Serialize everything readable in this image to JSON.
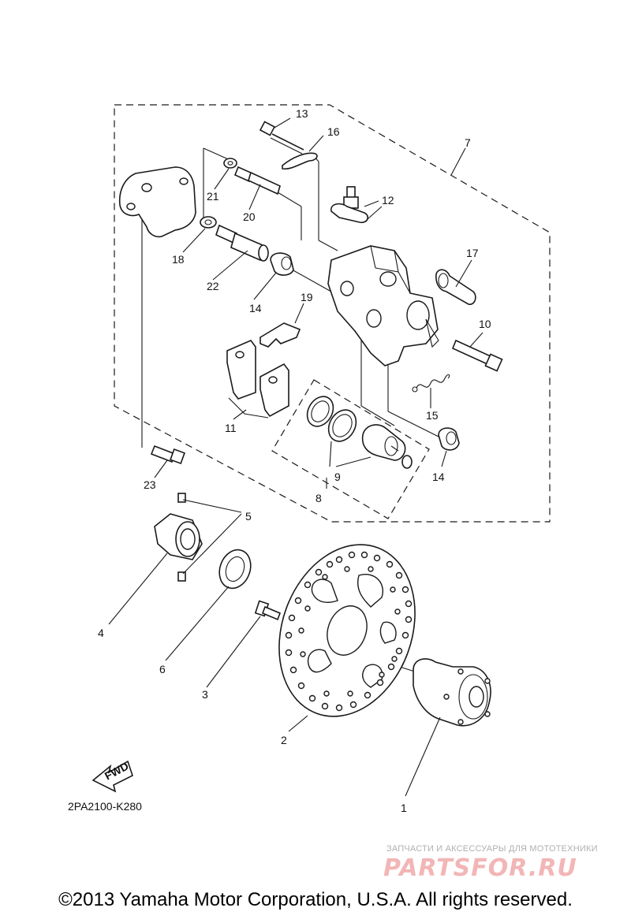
{
  "diagram": {
    "callouts": [
      "13",
      "16",
      "7",
      "21",
      "20",
      "12",
      "18",
      "22",
      "14",
      "17",
      "19",
      "10",
      "15",
      "11",
      "9",
      "8",
      "14",
      "23",
      "5",
      "4",
      "6",
      "3",
      "2",
      "1"
    ],
    "fwd_label": "FWD",
    "code": "2PA2100-K280"
  },
  "watermark": {
    "tagline": "ЗАПЧАСТИ И АКСЕССУАРЫ ДЛЯ МОТОТЕХНИКИ",
    "logo_text": "PARTSFOR.RU"
  },
  "footer": {
    "copyright": "©2013 Yamaha Motor Corporation, U.S.A. All rights reserved."
  }
}
